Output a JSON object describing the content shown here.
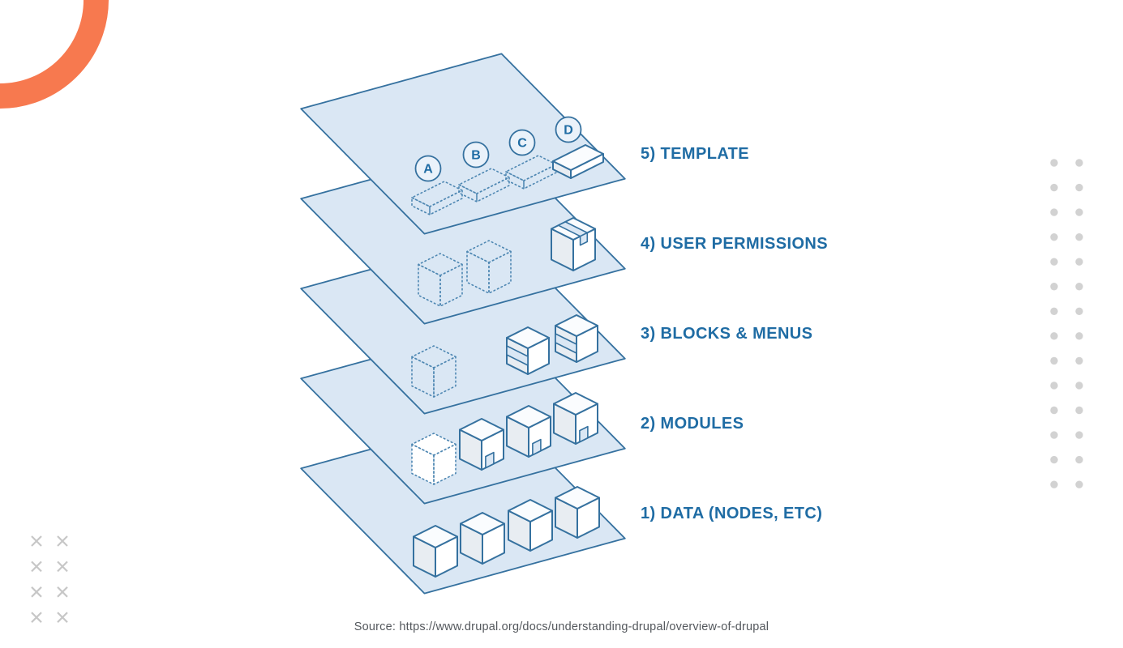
{
  "diagram": {
    "layers": [
      {
        "label": "5) TEMPLATE",
        "markers": [
          "A",
          "B",
          "C",
          "D"
        ]
      },
      {
        "label": "4) USER PERMISSIONS",
        "markers": []
      },
      {
        "label": "3) BLOCKS & MENUS",
        "markers": []
      },
      {
        "label": "2) MODULES",
        "markers": []
      },
      {
        "label": "1) DATA (NODES, ETC)",
        "markers": []
      }
    ],
    "colors": {
      "plane_fill": "#DAE7F4",
      "plane_stroke": "#35719F",
      "dotted_stroke": "#4E87B2",
      "label_text": "#1F6CA4",
      "face_top": "#FAFCFE",
      "face_left": "#E8EDF2",
      "face_right": "#FFFFFF",
      "marker_fill": "#EAF2FA"
    }
  },
  "decor": {
    "arc_color": "#F7794F",
    "dot_color": "#D2D2D2",
    "cross_color": "#C7C7C7"
  },
  "footer": {
    "source": "Source: https://www.drupal.org/docs/understanding-drupal/overview-of-drupal"
  }
}
